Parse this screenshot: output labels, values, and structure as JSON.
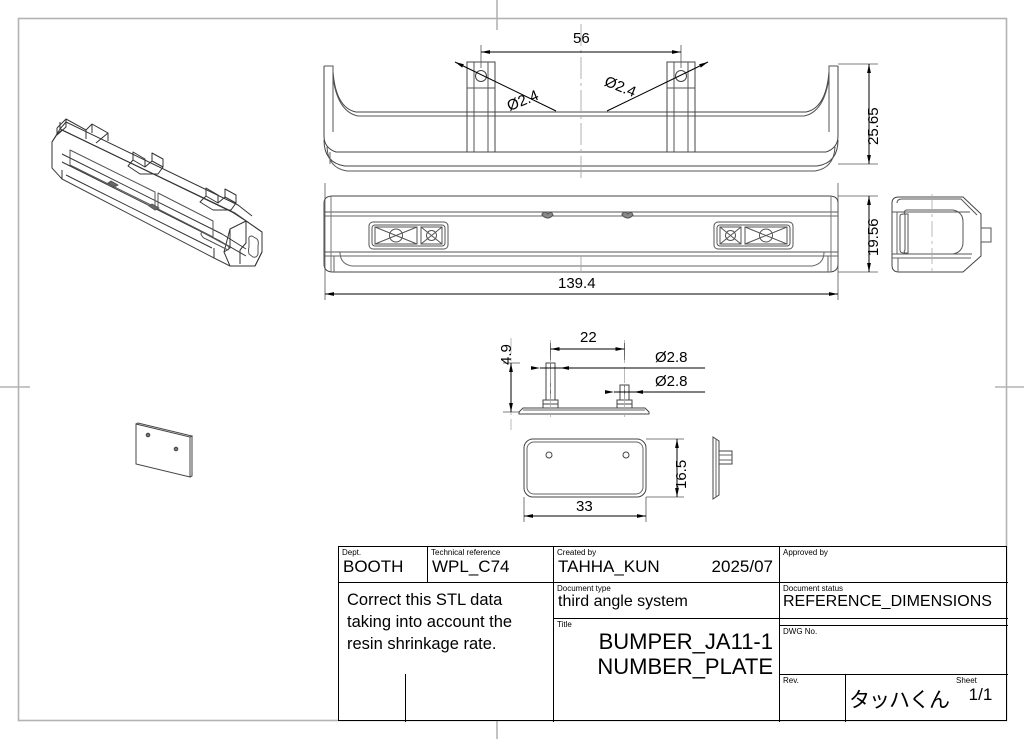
{
  "drawing": {
    "sheet_size": "1024x739",
    "line_color": "#1a1a1a",
    "border_color": "#9a9a9a",
    "views": [
      {
        "name": "isometric-bumper",
        "label": ""
      },
      {
        "name": "top-view-bumper",
        "label": ""
      },
      {
        "name": "front-view-bumper",
        "label": ""
      },
      {
        "name": "side-view-bumper",
        "label": ""
      },
      {
        "name": "isometric-number-plate",
        "label": ""
      },
      {
        "name": "top-view-number-plate",
        "label": ""
      },
      {
        "name": "front-view-number-plate",
        "label": ""
      },
      {
        "name": "side-view-number-plate",
        "label": ""
      }
    ]
  },
  "dimensions": {
    "bumper_hole_spacing": "56",
    "bumper_hole_dia_left": "Ø2.4",
    "bumper_hole_dia_right": "Ø2.4",
    "bumper_height_top": "25.65",
    "bumper_height_front": "19.56",
    "bumper_width": "139.4",
    "plate_pin_height": "4.9",
    "plate_pin_spacing": "22",
    "plate_pin_dia_1": "Ø2.8",
    "plate_pin_dia_2": "Ø2.8",
    "plate_height": "16.5",
    "plate_width": "33"
  },
  "title_block": {
    "dept_label": "Dept.",
    "dept_value": "BOOTH",
    "tech_ref_label": "Technical reference",
    "tech_ref_value": "WPL_C74",
    "created_by_label": "Created by",
    "created_by_value": "TAHHA_KUN",
    "created_date": "2025/07",
    "approved_by_label": "Approved by",
    "approved_by_value": "",
    "note": "Correct this STL data taking into account the resin shrinkage rate.",
    "doc_type_label": "Document type",
    "doc_type_value": "third angle system",
    "doc_status_label": "Document status",
    "doc_status_value": "REFERENCE_DIMENSIONS",
    "title_label": "Title",
    "title_line1": "BUMPER_JA11-1",
    "title_line2": "NUMBER_PLATE",
    "dwg_no_label": "DWG No.",
    "dwg_no_value": "",
    "rev_label": "Rev.",
    "rev_value": "",
    "signature": "タッハくん",
    "sheet_label": "Sheet",
    "sheet_value": "1/1"
  }
}
